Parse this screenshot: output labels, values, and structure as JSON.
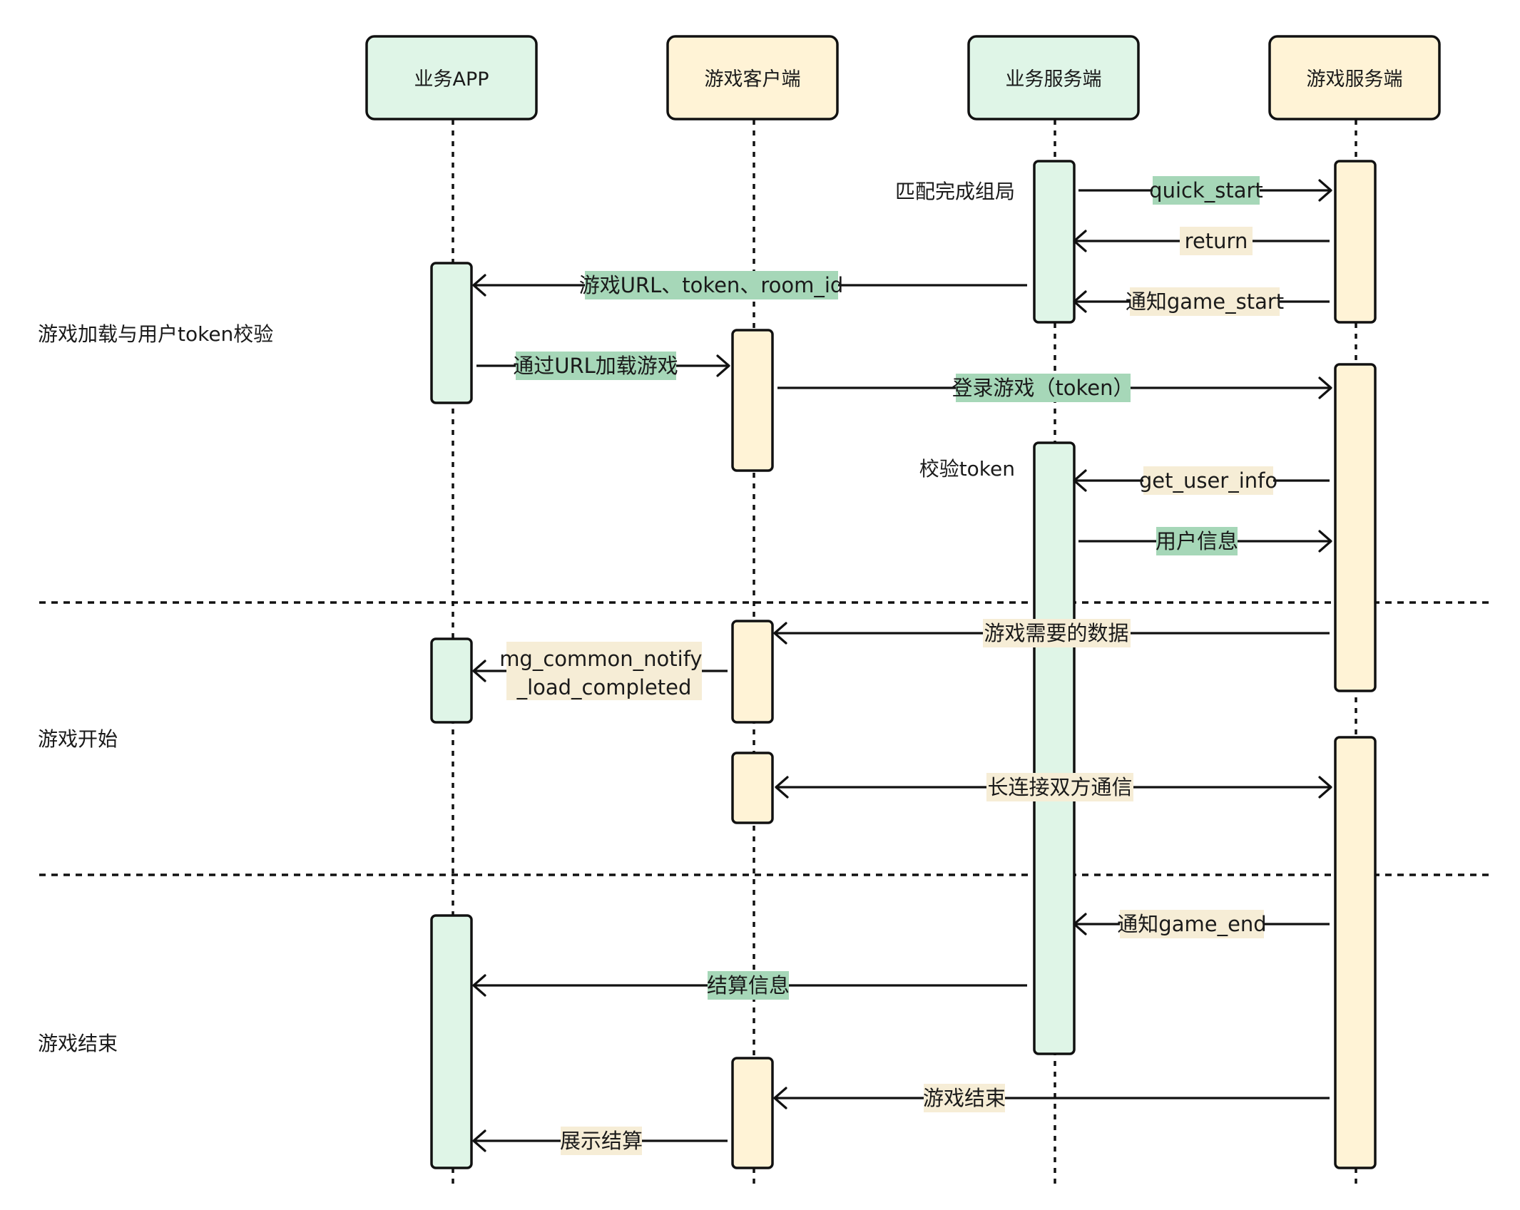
{
  "colors": {
    "green_fill": "#DFF5E7",
    "yellow_fill": "#FFF3D6",
    "label_green_bg": "#A6D7B8",
    "label_yellow_bg": "#F6EDD6"
  },
  "participants": [
    {
      "id": "biz_app",
      "label": "业务APP",
      "color": "green"
    },
    {
      "id": "game_client",
      "label": "游戏客户端",
      "color": "yellow"
    },
    {
      "id": "biz_server",
      "label": "业务服务端",
      "color": "green"
    },
    {
      "id": "game_server",
      "label": "游戏服务端",
      "color": "yellow"
    }
  ],
  "sections": [
    {
      "label": "游戏加载与用户token校验"
    },
    {
      "label": "游戏开始"
    },
    {
      "label": "游戏结束"
    }
  ],
  "notes": [
    {
      "text": "匹配完成组局"
    },
    {
      "text": "校验token"
    }
  ],
  "messages": [
    {
      "from": "biz_server",
      "to": "game_server",
      "label": "quick_start",
      "label_bg": "green"
    },
    {
      "from": "game_server",
      "to": "biz_server",
      "label": "return",
      "label_bg": "yellow"
    },
    {
      "from": "biz_server",
      "to": "biz_app",
      "label": "游戏URL、token、room_id",
      "label_bg": "green"
    },
    {
      "from": "game_server",
      "to": "biz_server",
      "label": "通知game_start",
      "label_bg": "yellow"
    },
    {
      "from": "biz_app",
      "to": "game_client",
      "label": "通过URL加载游戏",
      "label_bg": "green"
    },
    {
      "from": "game_client",
      "to": "game_server",
      "label": "登录游戏（token）",
      "label_bg": "green"
    },
    {
      "from": "game_server",
      "to": "biz_server",
      "label": "get_user_info",
      "label_bg": "yellow"
    },
    {
      "from": "biz_server",
      "to": "game_server",
      "label": "用户信息",
      "label_bg": "green"
    },
    {
      "from": "game_server",
      "to": "game_client",
      "label": "游戏需要的数据",
      "label_bg": "yellow"
    },
    {
      "from": "game_client",
      "to": "biz_app",
      "label": "mg_common_notify\n_load_completed",
      "label_bg": "yellow"
    },
    {
      "from": "game_client",
      "to": "game_server",
      "label": "长连接双方通信",
      "label_bg": "yellow",
      "bidirectional": true
    },
    {
      "from": "game_server",
      "to": "biz_server",
      "label": "通知game_end",
      "label_bg": "yellow"
    },
    {
      "from": "biz_server",
      "to": "biz_app",
      "label": "结算信息",
      "label_bg": "green"
    },
    {
      "from": "game_server",
      "to": "game_client",
      "label": "游戏结束",
      "label_bg": "yellow"
    },
    {
      "from": "game_client",
      "to": "biz_app",
      "label": "展示结算",
      "label_bg": "yellow"
    }
  ]
}
